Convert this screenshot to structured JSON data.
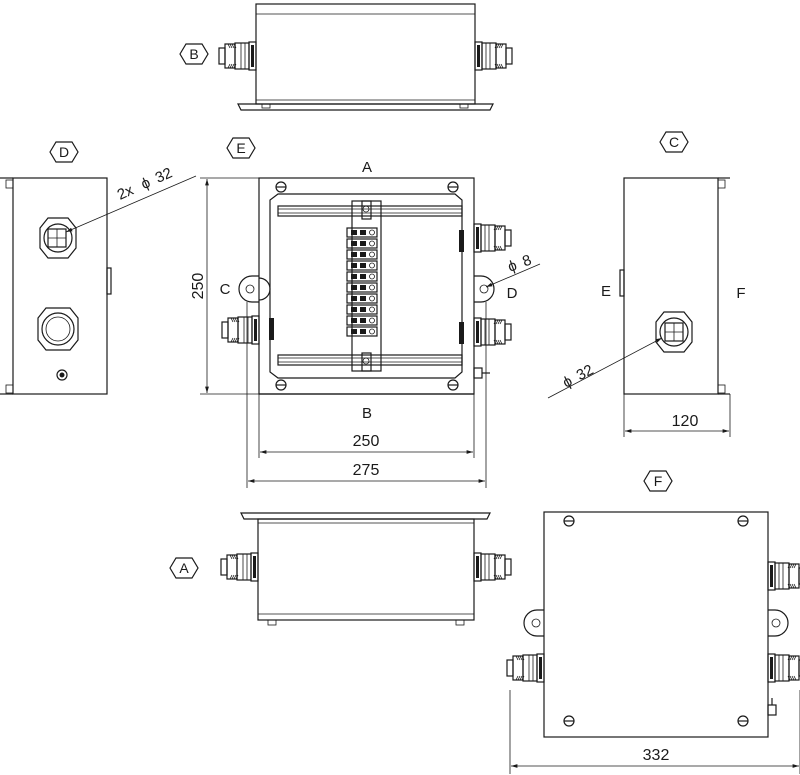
{
  "labels": {
    "view_a": "A",
    "view_b": "B",
    "view_c": "C",
    "view_d": "D",
    "view_e": "E",
    "view_f": "F",
    "front_top": "A",
    "front_bottom": "B",
    "front_left": "C",
    "front_right": "D",
    "side_c_left": "E",
    "side_c_right": "F"
  },
  "dimensions": {
    "height": "250",
    "inner_width": "250",
    "outer_width": "275",
    "depth": "120",
    "mount_width": "332",
    "hole": "8",
    "gland_single": "32",
    "gland_double_prefix": "2x",
    "gland_double": "32",
    "diameter_symbol": "ϕ"
  },
  "colors": {
    "line": "#1a1a1a",
    "background": "#ffffff"
  }
}
